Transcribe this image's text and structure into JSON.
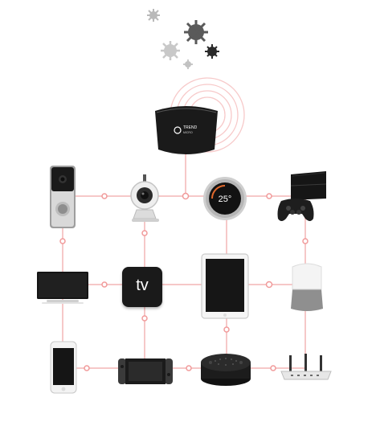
{
  "hub": {
    "brand_line1": "TREND",
    "brand_line2": "MICRO"
  },
  "thermostat": {
    "temperature": "25°"
  },
  "apple_tv": {
    "label": "tv"
  },
  "icons": [
    "virus-icon",
    "router-hub-icon",
    "doorbell-icon",
    "security-camera-icon",
    "thermostat-icon",
    "game-console-icon",
    "gamepad-icon",
    "monitor-icon",
    "apple-tv-icon",
    "tablet-icon",
    "smart-speaker-icon",
    "smartphone-icon",
    "handheld-console-icon",
    "echo-speaker-icon",
    "wifi-router-icon"
  ],
  "colors": {
    "link": "#f6c8c8",
    "node": "#f19a9a",
    "device_dark": "#1c1c1c",
    "virus": "#9a9a9a"
  }
}
